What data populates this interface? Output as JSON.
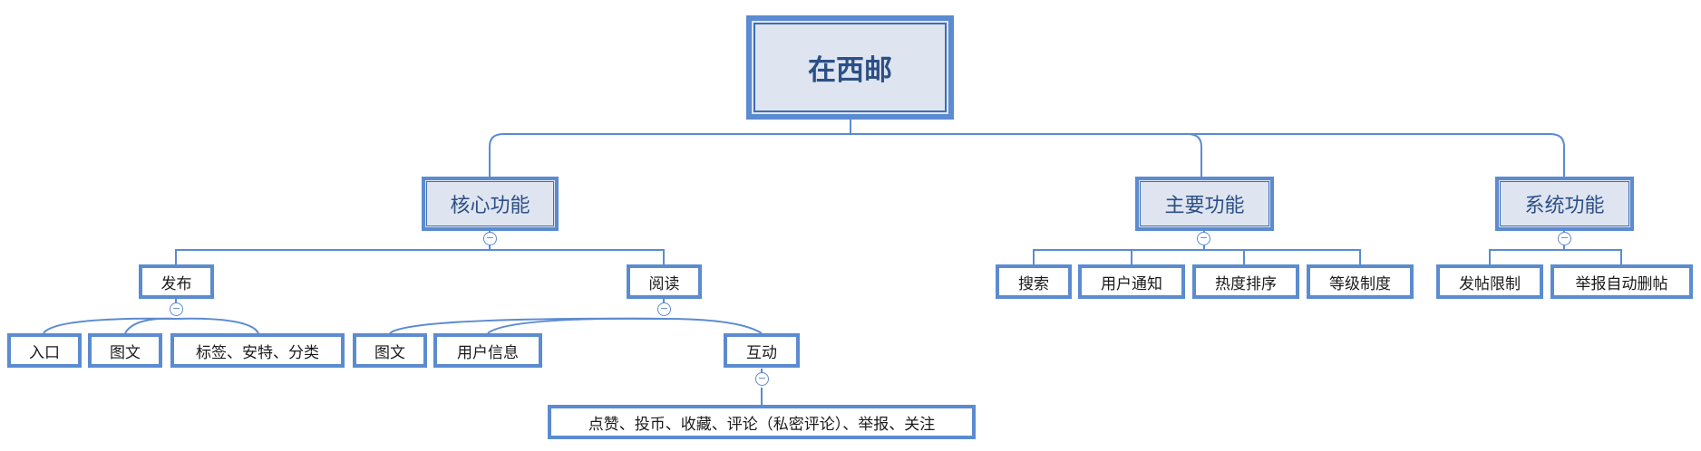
{
  "root": {
    "label": "在西邮"
  },
  "groups": {
    "core": {
      "label": "核心功能"
    },
    "main": {
      "label": "主要功能"
    },
    "system": {
      "label": "系统功能"
    }
  },
  "core": {
    "publish": {
      "label": "发布"
    },
    "read": {
      "label": "阅读"
    },
    "publish_children": [
      "入口",
      "图文",
      "标签、安特、分类"
    ],
    "read_children": [
      "图文",
      "用户信息",
      "互动"
    ],
    "interact_detail": "点赞、投币、收藏、评论（私密评论）、举报、关注"
  },
  "main_items": [
    "搜索",
    "用户通知",
    "热度排序",
    "等级制度"
  ],
  "system_items": [
    "发帖限制",
    "举报自动删帖"
  ],
  "collapse_symbol": "−",
  "colors": {
    "accent": "#5b8bd0",
    "fill": "#dfe5f0",
    "text_dark": "#2c4f86"
  }
}
